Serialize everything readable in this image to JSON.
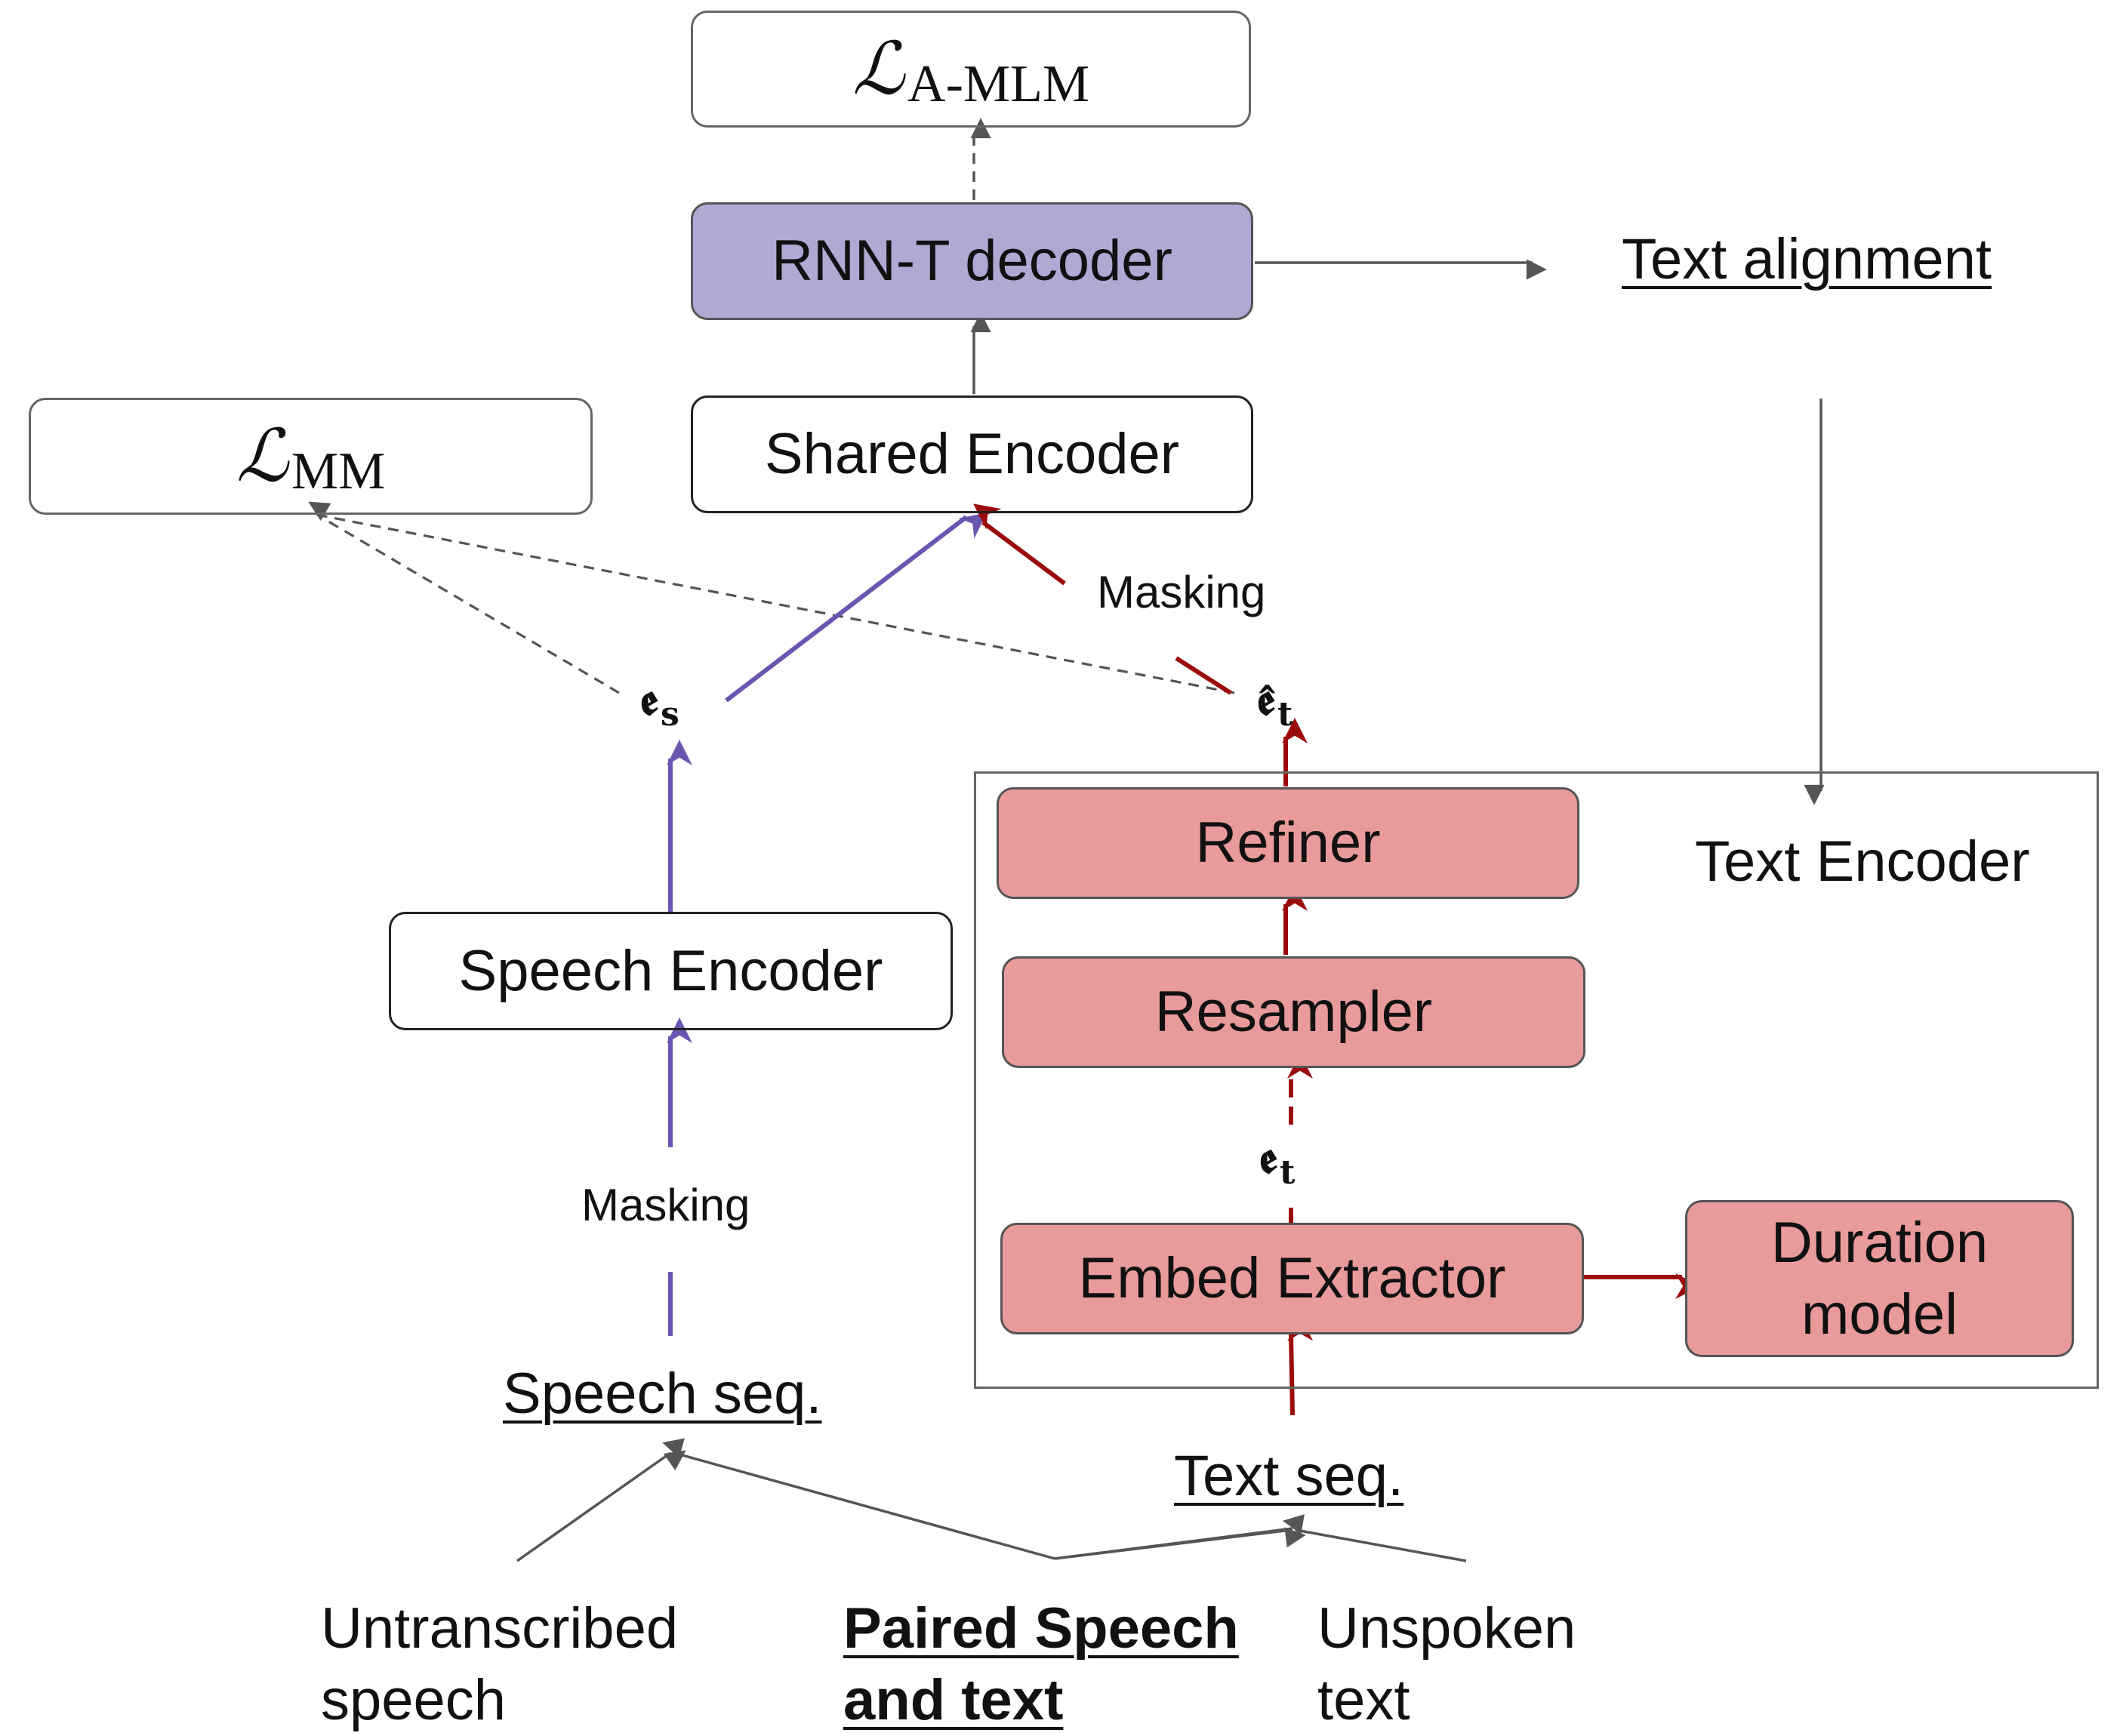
{
  "losses": {
    "amlm": {
      "symbol": "ℒ",
      "subscript": "A-MLM"
    },
    "mm": {
      "symbol": "ℒ",
      "subscript": "MM"
    }
  },
  "blocks": {
    "rnnt_decoder": "RNN-T decoder",
    "shared_encoder": "Shared Encoder",
    "speech_encoder": "Speech Encoder",
    "refiner": "Refiner",
    "resampler": "Resampler",
    "embed_extractor": "Embed Extractor",
    "duration_model_line1": "Duration",
    "duration_model_line2": "model",
    "text_encoder": "Text Encoder"
  },
  "labels": {
    "text_alignment": "Text alignment",
    "masking_top": "Masking",
    "masking_bottom": "Masking",
    "speech_seq": "Speech seq.",
    "text_seq": "Text seq."
  },
  "symbols": {
    "es": {
      "base": "𝖊",
      "sub": "s"
    },
    "et_hat": {
      "base": "𝖊̂",
      "sub": "t"
    },
    "et": {
      "base": "𝖊",
      "sub": "t"
    }
  },
  "inputs": {
    "untranscribed_line1": "Untranscribed",
    "untranscribed_line2": "speech",
    "paired_line1": "Paired Speech",
    "paired_line2": "and text",
    "unspoken_line1": "Unspoken",
    "unspoken_line2": "text"
  },
  "colors": {
    "speech_path": "#6a55b0",
    "text_path": "#9b0b0b",
    "neutral": "#555555",
    "decoder_fill": "#b2a8d4",
    "text_encoder_fill": "#e99a9a"
  }
}
